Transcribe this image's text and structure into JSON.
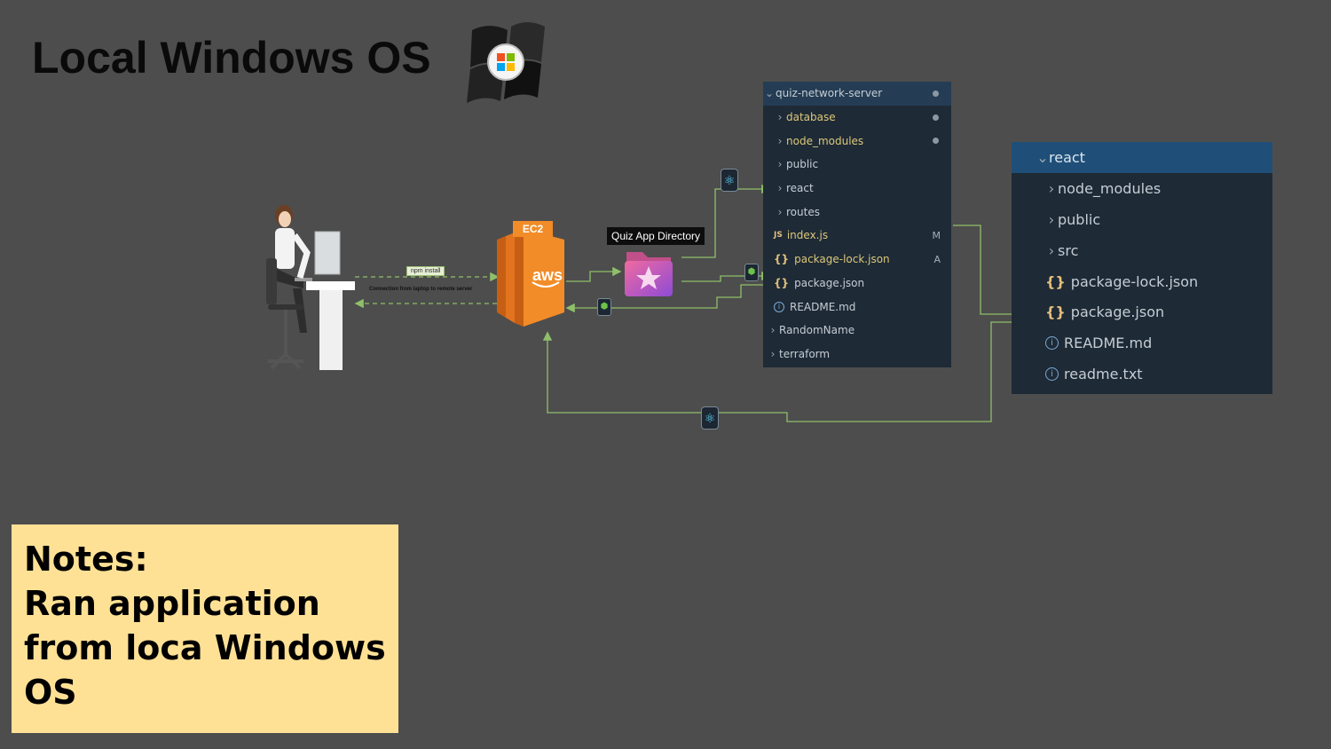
{
  "title": "Local Windows OS",
  "laptop_arrow": {
    "pill": "npm install",
    "caption": "Connection from laptop to remote server"
  },
  "ec2": {
    "label": "EC2",
    "brand": "aws"
  },
  "quiz_dir": {
    "label": "Quiz App Directory"
  },
  "server_explorer": {
    "root": "quiz-network-server",
    "items": [
      {
        "name": "database",
        "type": "folder",
        "decor": "dot"
      },
      {
        "name": "node_modules",
        "type": "folder",
        "decor": "dot"
      },
      {
        "name": "public",
        "type": "folder"
      },
      {
        "name": "react",
        "type": "folder"
      },
      {
        "name": "routes",
        "type": "folder"
      },
      {
        "name": "index.js",
        "type": "js",
        "badge": "M"
      },
      {
        "name": "package-lock.json",
        "type": "json",
        "badge": "A"
      },
      {
        "name": "package.json",
        "type": "json"
      },
      {
        "name": "README.md",
        "type": "info"
      },
      {
        "name": "RandomName",
        "type": "folder-root"
      },
      {
        "name": "terraform",
        "type": "folder-root"
      }
    ]
  },
  "react_explorer": {
    "root": "react",
    "items": [
      {
        "name": "node_modules",
        "type": "folder"
      },
      {
        "name": "public",
        "type": "folder"
      },
      {
        "name": "src",
        "type": "folder"
      },
      {
        "name": "package-lock.json",
        "type": "json"
      },
      {
        "name": "package.json",
        "type": "json"
      },
      {
        "name": "README.md",
        "type": "info"
      },
      {
        "name": "readme.txt",
        "type": "info"
      }
    ]
  },
  "notes": {
    "lines": [
      "Notes:",
      "Ran application",
      "from loca Windows",
      "OS"
    ]
  },
  "colors": {
    "background": "#4d4d4d",
    "connector": "#8fbf6a",
    "note_bg": "#ffe195",
    "explorer_bg": "#1e2a36"
  }
}
